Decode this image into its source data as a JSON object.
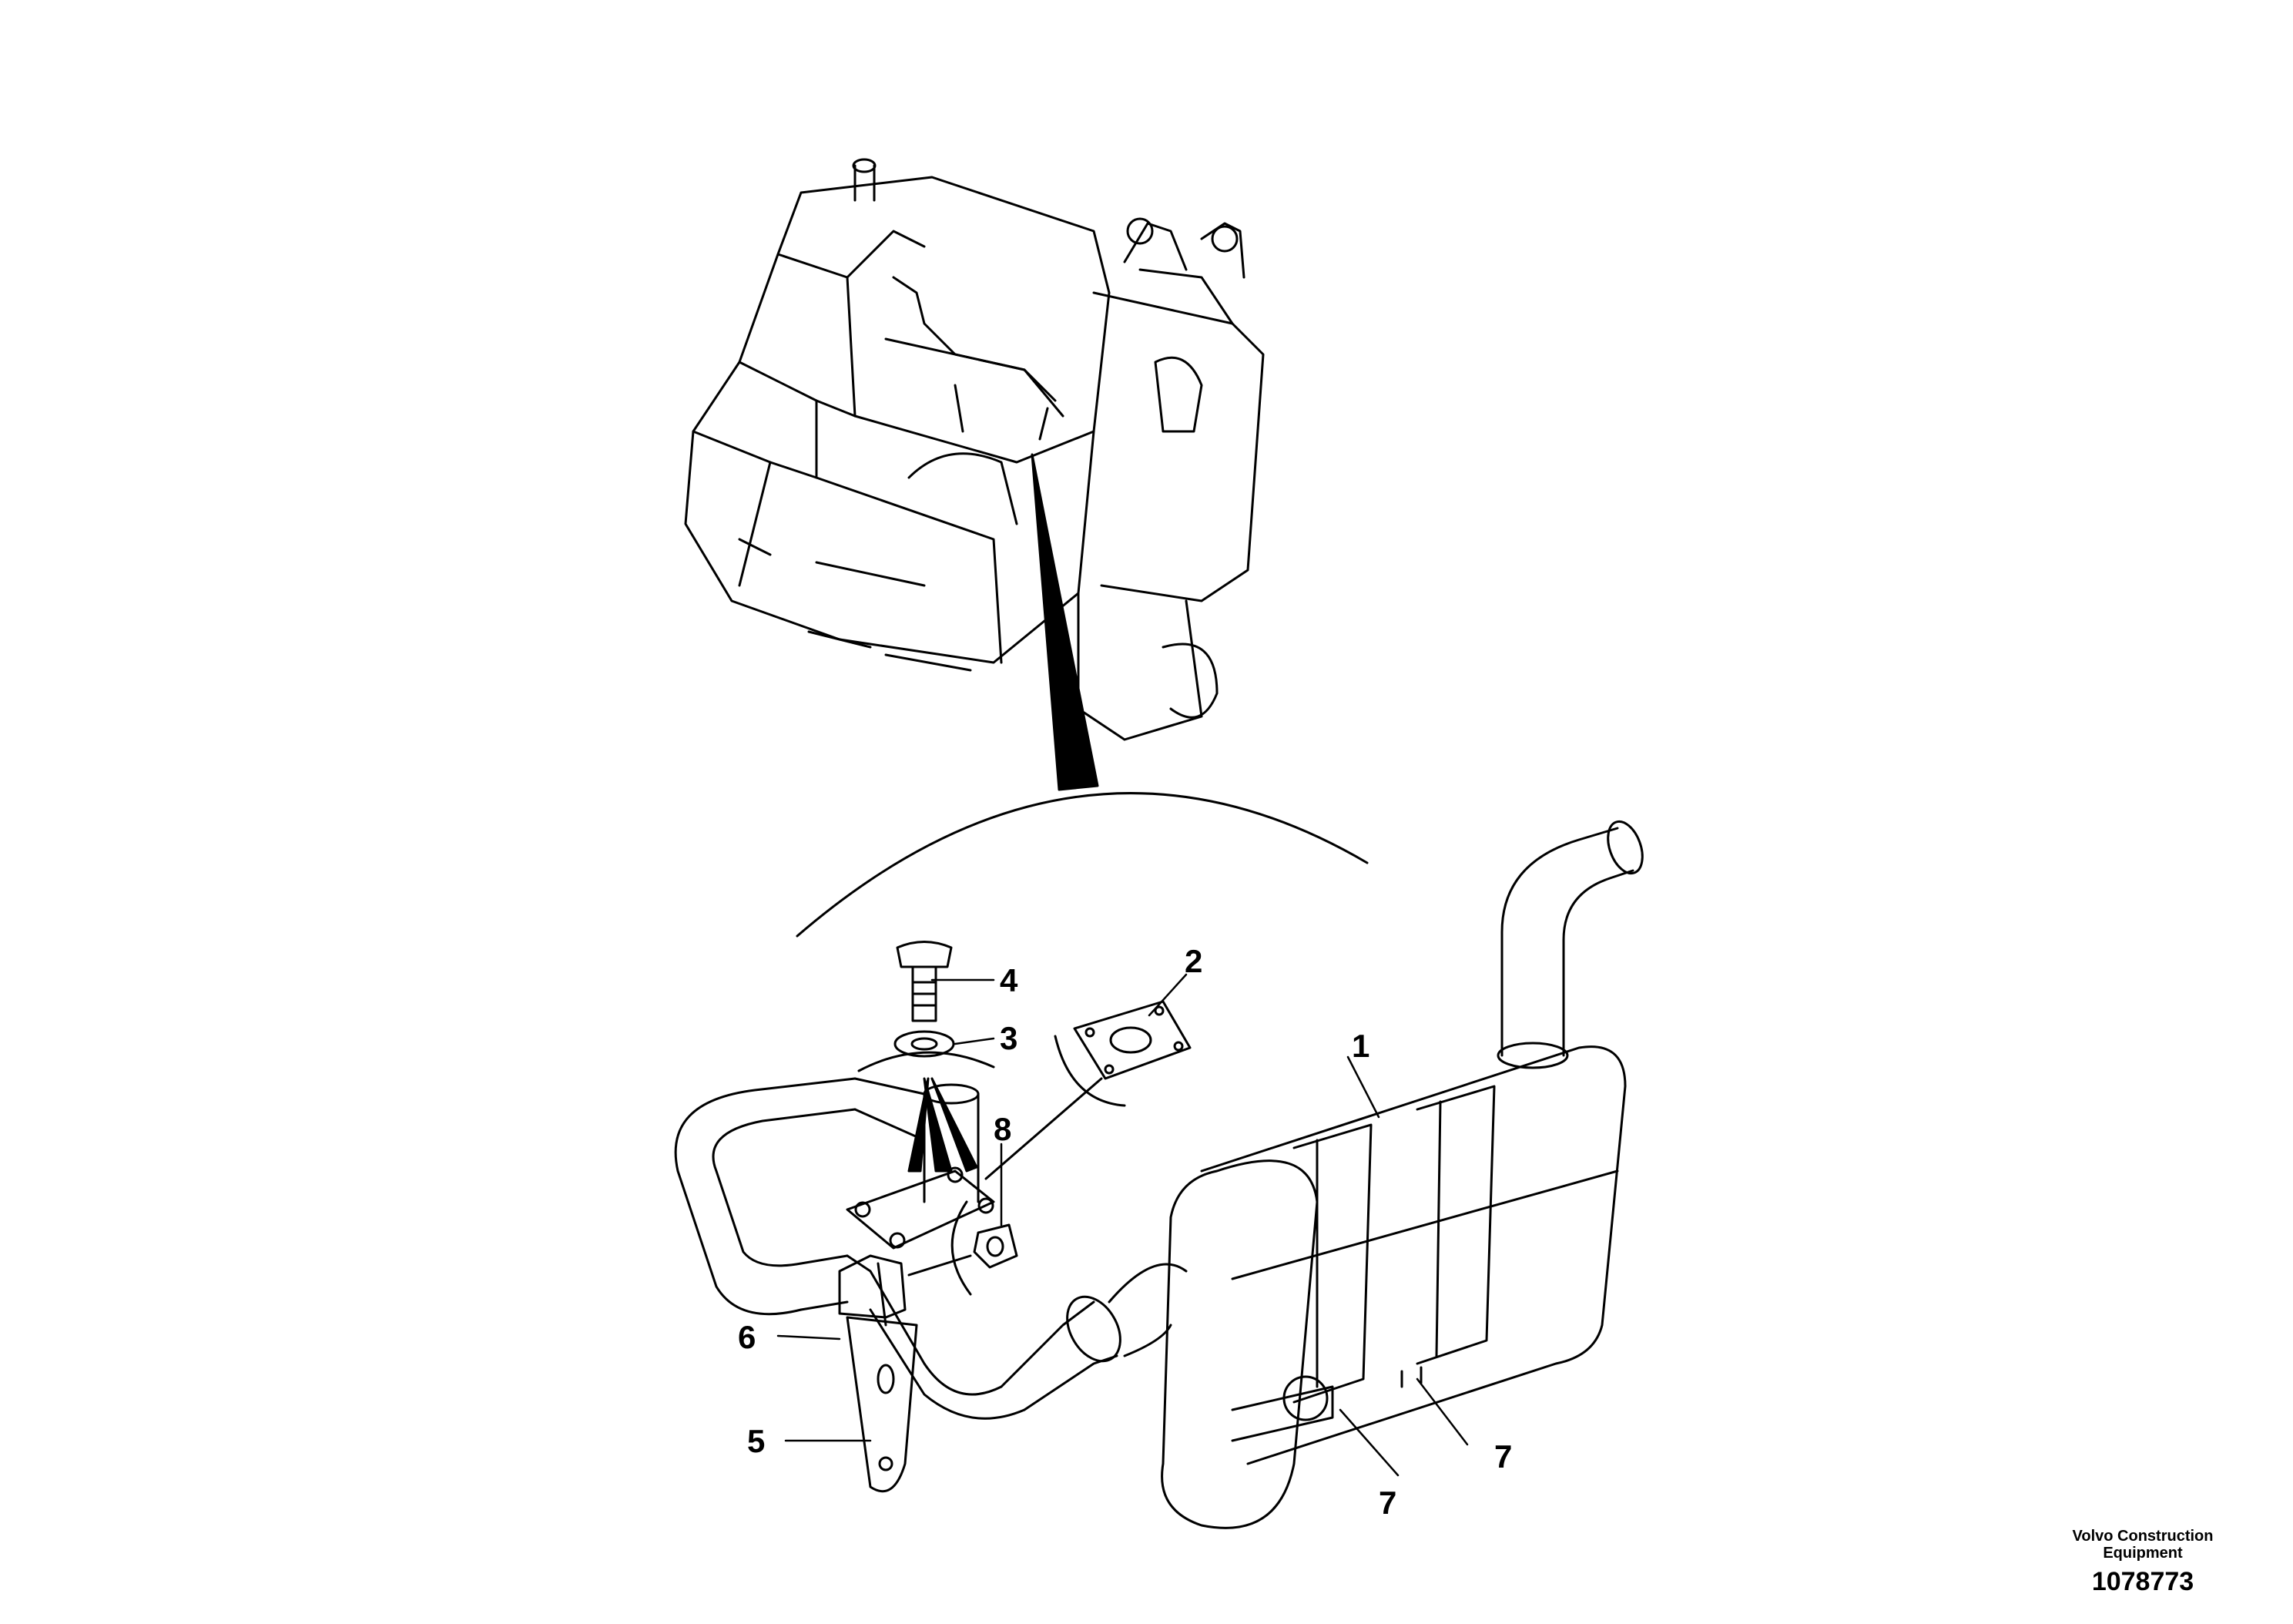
{
  "callouts": [
    "1",
    "2",
    "3",
    "4",
    "5",
    "6",
    "7",
    "7",
    "8"
  ],
  "caption": {
    "brand_line1": "Volvo Construction",
    "brand_line2": "Equipment",
    "document_number": "1078773"
  }
}
